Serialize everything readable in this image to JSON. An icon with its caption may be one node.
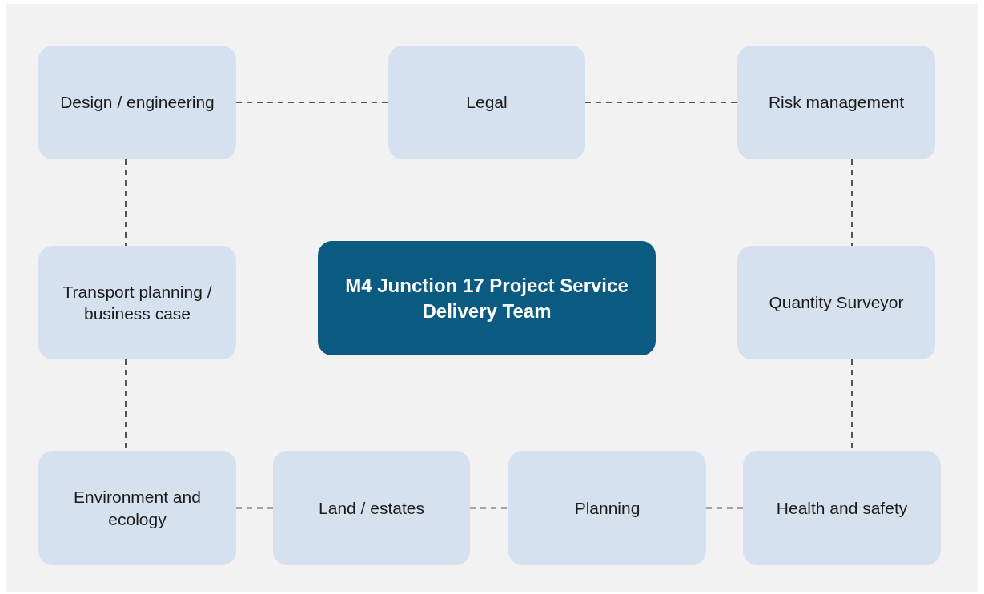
{
  "diagram": {
    "nodes": [
      {
        "text": [
          "Design / engineering"
        ]
      },
      {
        "text": [
          "Legal"
        ]
      },
      {
        "text": [
          "Risk management"
        ]
      },
      {
        "text": [
          "Transport planning / business case"
        ]
      },
      {
        "text": [
          "M4 Junction 17 Project Service Delivery Team"
        ]
      },
      {
        "text": [
          "Quantity Surveyor"
        ]
      },
      {
        "text": [
          "Environment and ecology"
        ]
      },
      {
        "text": [
          "Land / estates"
        ]
      },
      {
        "text": [
          "Planning"
        ]
      },
      {
        "text": [
          "Health and safety"
        ]
      }
    ],
    "edges": [
      {
        "from": 0,
        "to": 1,
        "arrow": "none",
        "style": "dashed"
      },
      {
        "from": 1,
        "to": 2,
        "arrow": "none",
        "style": "dashed"
      },
      {
        "from": 0,
        "to": 3,
        "arrow": "none",
        "style": "dashed"
      },
      {
        "from": 2,
        "to": 5,
        "arrow": "none",
        "style": "dashed"
      },
      {
        "from": 3,
        "to": 6,
        "arrow": "none",
        "style": "dashed"
      },
      {
        "from": 5,
        "to": 9,
        "arrow": "none",
        "style": "dashed"
      },
      {
        "from": 6,
        "to": 7,
        "arrow": "none",
        "style": "dashed"
      },
      {
        "from": 7,
        "to": 8,
        "arrow": "none",
        "style": "dashed"
      },
      {
        "from": 8,
        "to": 9,
        "arrow": "none",
        "style": "dashed"
      }
    ]
  }
}
